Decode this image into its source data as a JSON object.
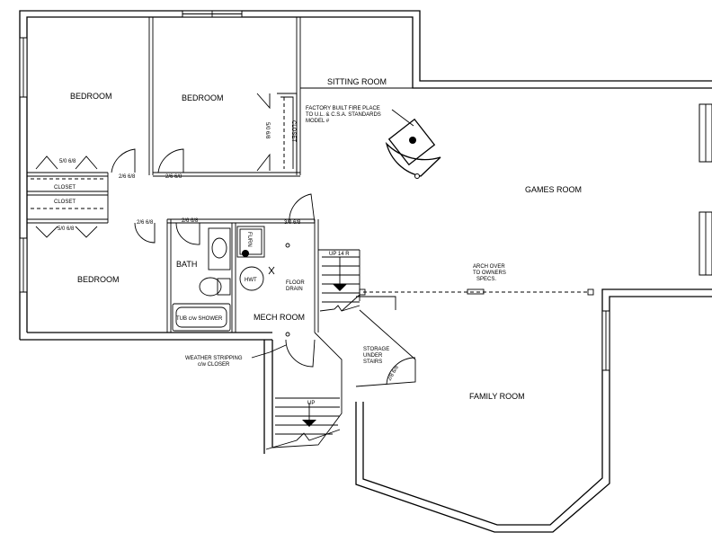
{
  "rooms": {
    "bedroom_top_left": "BEDROOM",
    "bedroom_top_mid": "BEDROOM",
    "bedroom_bottom": "BEDROOM",
    "sitting_room": "SITTING ROOM",
    "games_room": "GAMES ROOM",
    "family_room": "FAMILY ROOM",
    "bath": "BATH",
    "mech_room": "MECH ROOM"
  },
  "labels": {
    "closet_1": "CLOSET",
    "closet_2": "CLOSET",
    "closet_vertical": "CLOSET",
    "door_5068_a": "5/0 6/8",
    "door_5068_b": "5/0 6/8",
    "door_5068_vert": "5/0 6/8",
    "door_2668_a": "2/6 6/8",
    "door_2668_b": "2/6 6/8",
    "door_2668_c": "2/6 6/8",
    "door_2668_d": "2/6 6/8",
    "door_2868": "2/8 6/8",
    "door_3068": "3/0 6/8",
    "fireplace_1": "FACTORY BUILT FIRE PLACE",
    "fireplace_2": "TO U.L. & C.S.A. STANDARDS",
    "fireplace_3": "MODEL #",
    "arch_1": "ARCH OVER",
    "arch_2": "TO OWNERS",
    "arch_3": "SPECS.",
    "storage_1": "STORAGE",
    "storage_2": "UNDER",
    "storage_3": "STAIRS",
    "weather_1": "WEATHER STRIPPING",
    "weather_2": "c/w CLOSER",
    "up_14r": "UP 14 R",
    "up": "UP",
    "furn": "FURN",
    "hwt": "HWT",
    "floor_drain_1": "FLOOR",
    "floor_drain_2": "DRAIN",
    "tub": "TUB c/w SHOWER"
  }
}
